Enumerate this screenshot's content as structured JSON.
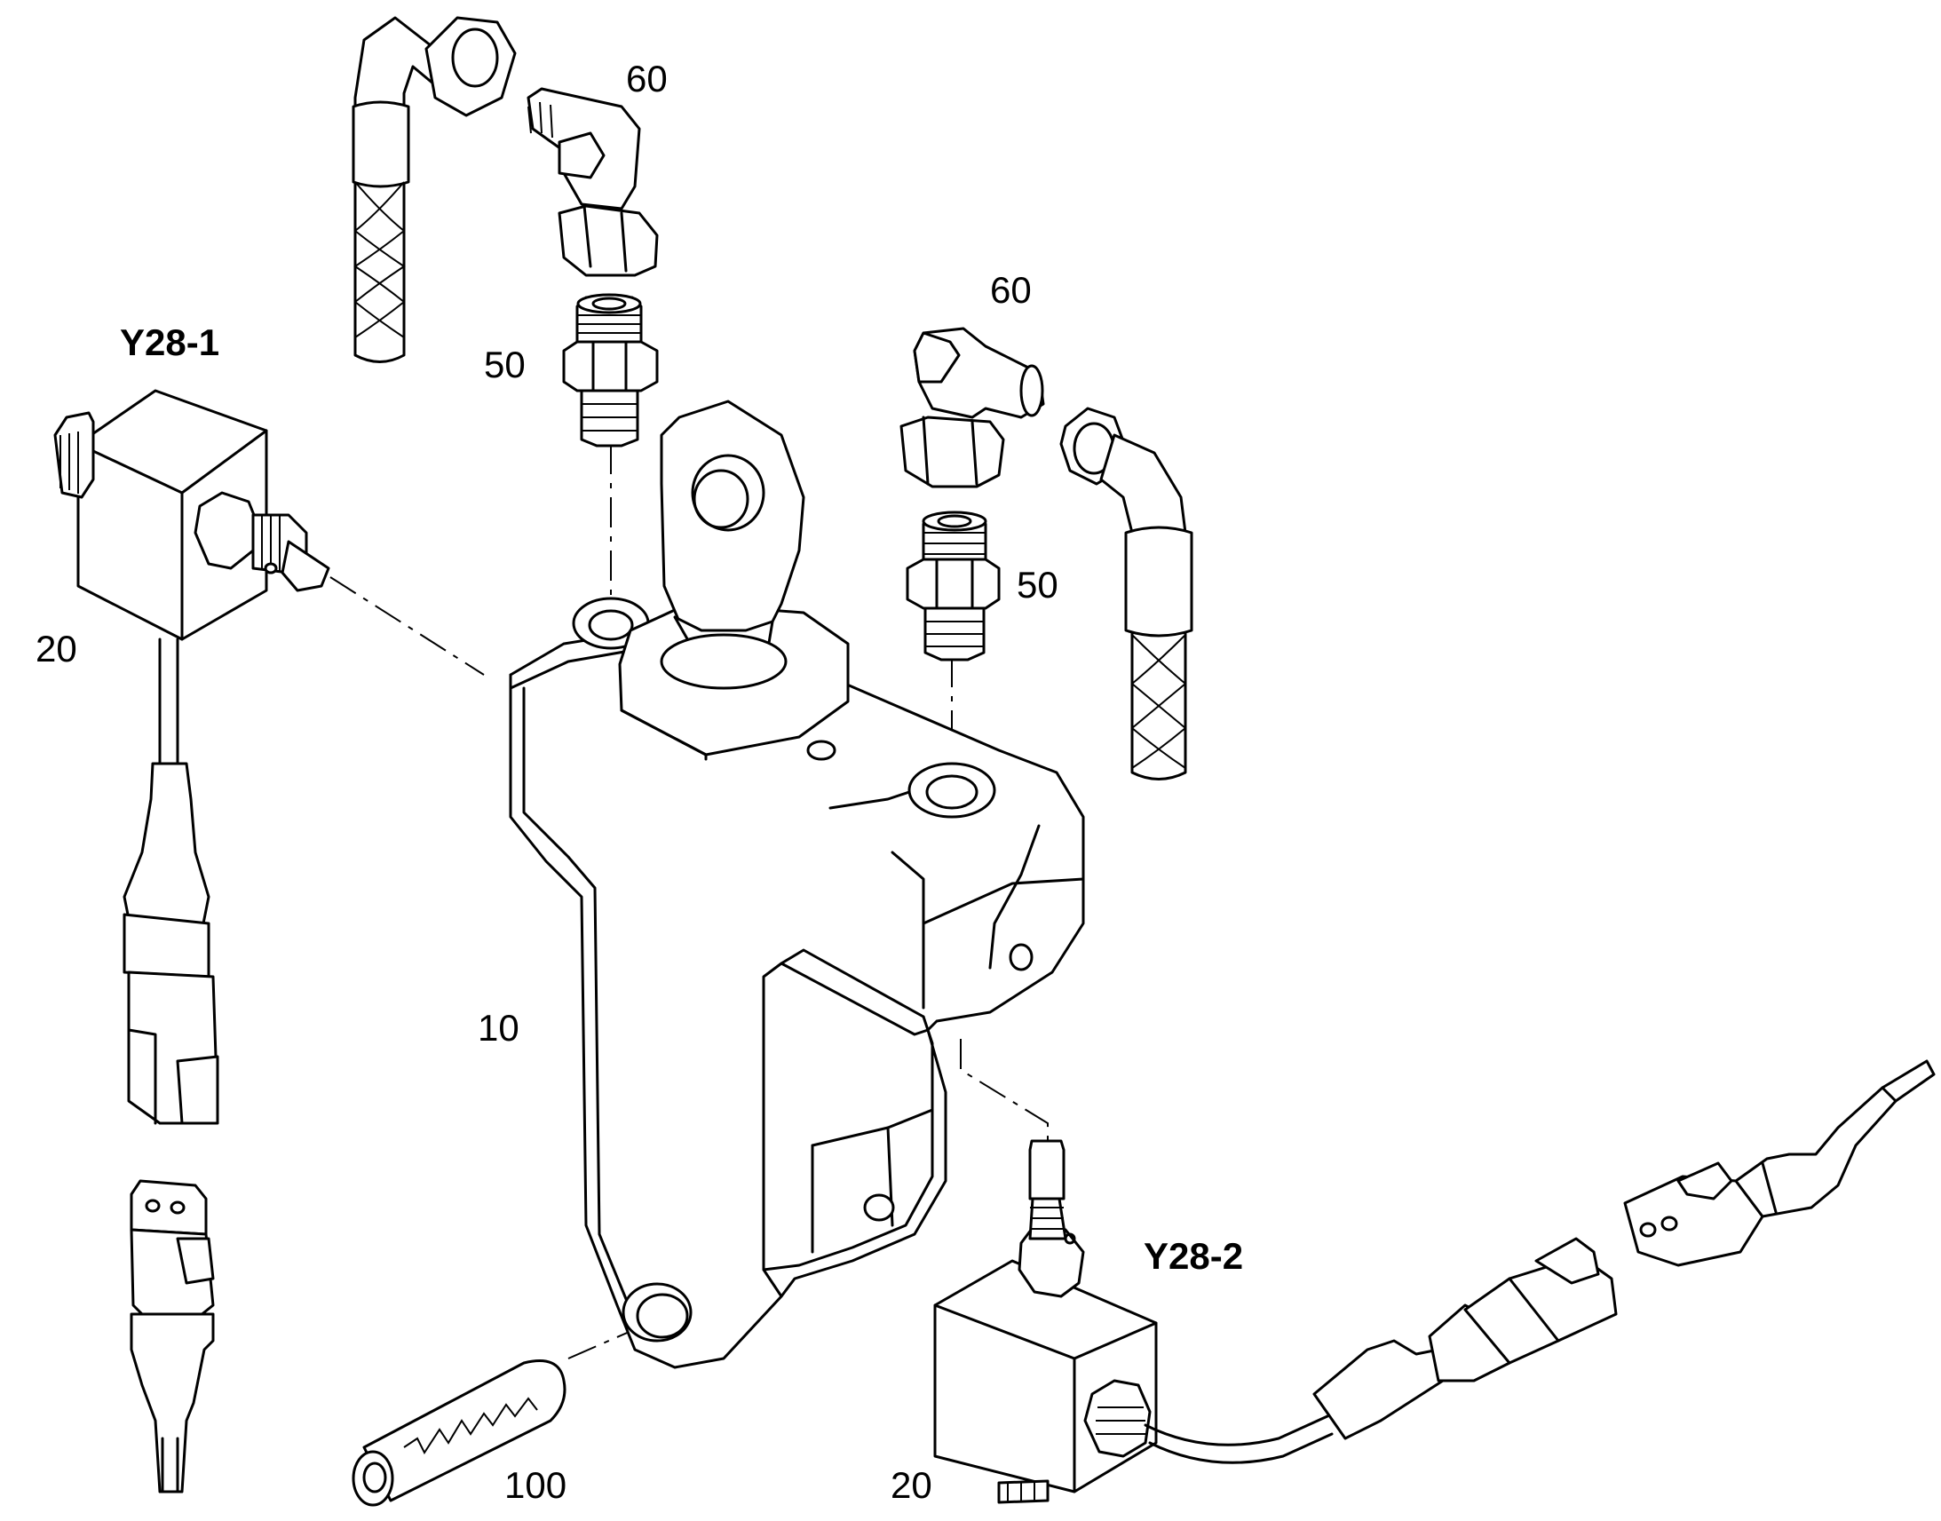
{
  "labels": {
    "part_60_top": "60",
    "part_60_right": "60",
    "part_50_top": "50",
    "part_50_right": "50",
    "valve_y28_1": "Y28-1",
    "valve_y28_2": "Y28-2",
    "part_20_left": "20",
    "part_20_bottom": "20",
    "part_10": "10",
    "part_100": "100"
  }
}
